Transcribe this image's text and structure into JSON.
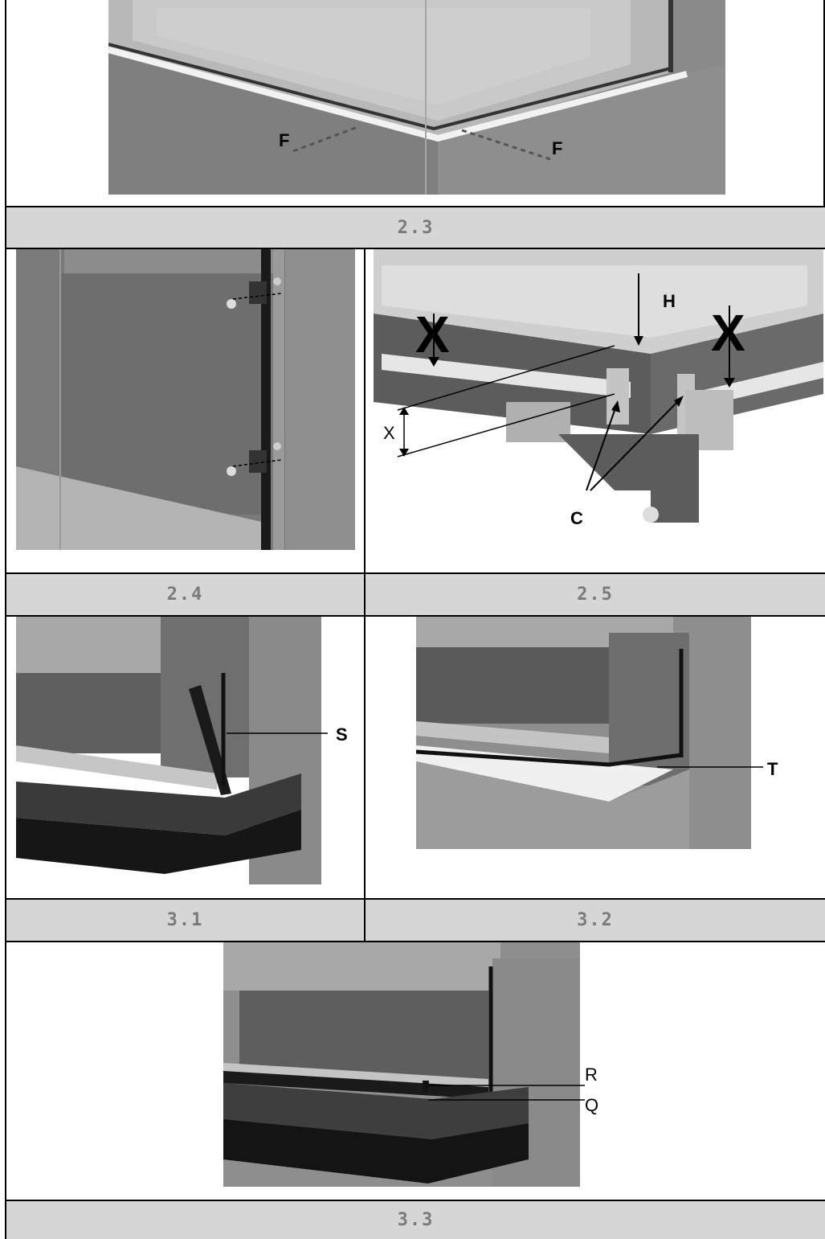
{
  "figures": {
    "fig_2_3": {
      "caption": "2.3",
      "labels": {
        "left": "F",
        "right": "F"
      }
    },
    "fig_2_4": {
      "caption": "2.4"
    },
    "fig_2_5": {
      "caption": "2.5",
      "labels": {
        "h": "H",
        "x": "X",
        "c": "C",
        "cross_left": "X",
        "cross_right": "X"
      }
    },
    "fig_3_1": {
      "caption": "3.1",
      "labels": {
        "s": "S"
      }
    },
    "fig_3_2": {
      "caption": "3.2",
      "labels": {
        "t": "T"
      }
    },
    "fig_3_3": {
      "caption": "3.3",
      "labels": {
        "r": "R",
        "q": "Q"
      }
    }
  },
  "colors": {
    "caption_bg": "#d6d6d6",
    "caption_text": "#7a7a7a",
    "grid": "#000000"
  }
}
